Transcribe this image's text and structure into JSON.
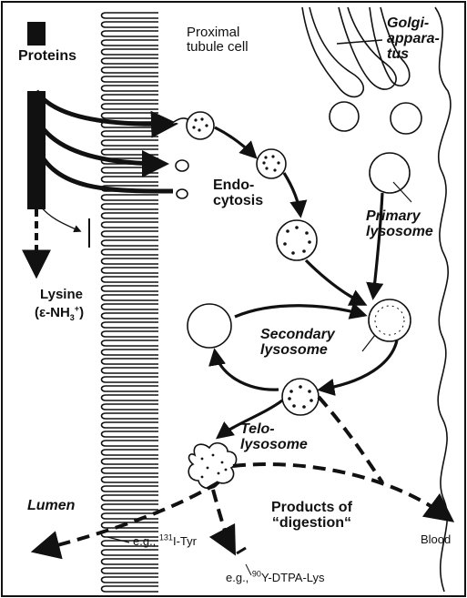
{
  "labels": {
    "proteins": "Proteins",
    "proximal_cell": "Proximal\ntubule cell",
    "golgi": "Golgi-\nappara-\ntus",
    "endocytosis": "Endo-\ncytosis",
    "primary_lysosome": "Primary\nlysosome",
    "lysine": "Lysine",
    "lysine_formula_pre": "(ε-NH",
    "lysine_formula_sub": "3",
    "lysine_formula_sup": "+",
    "lysine_formula_post": ")",
    "secondary_lysosome": "Secondary\nlysosome",
    "telolysosome": "Telo-\nlysosome",
    "lumen": "Lumen",
    "products": "Products of\n“digestion“",
    "blood": "Blood",
    "eg_tyr_pre": "e.g., ",
    "eg_tyr_sup": "131",
    "eg_tyr_post": "I-Tyr",
    "eg_dtpa_pre": "e.g., ",
    "eg_dtpa_sup": "90",
    "eg_dtpa_post": "Y-DTPA-Lys"
  },
  "colors": {
    "ink": "#111111",
    "background": "#ffffff"
  }
}
